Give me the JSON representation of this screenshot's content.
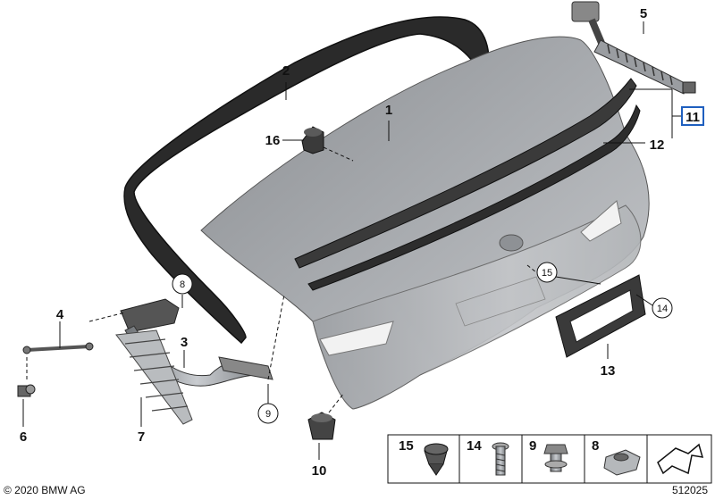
{
  "callouts": {
    "c1": "1",
    "c2": "2",
    "c3": "3",
    "c4": "4",
    "c5": "5",
    "c6": "6",
    "c7": "7",
    "c8": "8",
    "c9": "9",
    "c10": "10",
    "c11": "11",
    "c12": "12",
    "c13": "13",
    "c14": "14",
    "c15": "15",
    "c16": "16"
  },
  "fasteners_legend": {
    "items": [
      "15",
      "14",
      "9",
      "8"
    ]
  },
  "highlighted_callout": "11",
  "copyright": "© 2020 BMW AG",
  "diagram_code": "512025"
}
